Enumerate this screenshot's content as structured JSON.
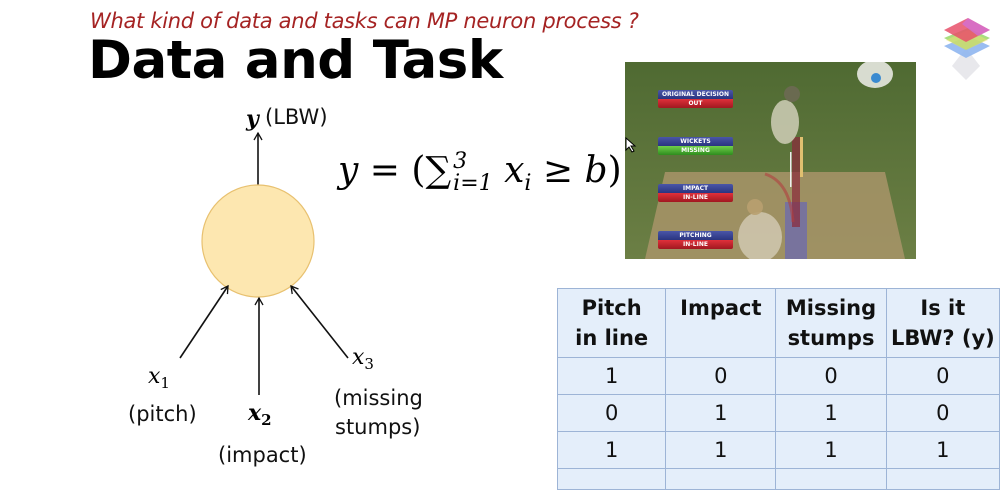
{
  "slide": {
    "subtitle": "What kind of data and tasks can MP neuron process ?",
    "title": "Data and Task",
    "logo_icon": "layered-stack-logo-icon"
  },
  "diagram": {
    "output_var": "y",
    "output_label": "(LBW)",
    "inputs": [
      {
        "var": "x",
        "sub": "1",
        "label_lines": [
          "(pitch)"
        ]
      },
      {
        "var": "x",
        "sub": "2",
        "label_lines": [
          "(impact)"
        ]
      },
      {
        "var": "x",
        "sub": "3",
        "label_lines": [
          "(missing",
          "stumps)"
        ]
      }
    ],
    "neuron_color": "#fde7b0",
    "neuron_border": "#e8c170"
  },
  "formula": {
    "lhs": "y",
    "equals": "=",
    "open_paren": "(",
    "sum_symbol": "∑",
    "sum_upper": "3",
    "sum_lower": "i=1",
    "term": "x",
    "term_sub": "i",
    "relation": "≥",
    "threshold": "b",
    "close_paren": ")"
  },
  "photo": {
    "description": "cricket-lbw-review-screenshot",
    "hud_panels": [
      {
        "top": "ORIGINAL DECISION",
        "bottom": "OUT",
        "bottom_color": "red"
      },
      {
        "top": "WICKETS",
        "bottom": "MISSING",
        "bottom_color": "green"
      },
      {
        "top": "IMPACT",
        "bottom": "IN-LINE",
        "bottom_color": "red"
      },
      {
        "top": "PITCHING",
        "bottom": "IN-LINE",
        "bottom_color": "red"
      }
    ]
  },
  "table": {
    "headers": [
      [
        "Pitch",
        "in line"
      ],
      [
        "Impact",
        ""
      ],
      [
        "Missing",
        "stumps"
      ],
      [
        "Is it",
        "LBW? (y)"
      ]
    ],
    "rows": [
      [
        "1",
        "0",
        "0",
        "0"
      ],
      [
        "0",
        "1",
        "1",
        "0"
      ],
      [
        "1",
        "1",
        "1",
        "1"
      ]
    ]
  }
}
